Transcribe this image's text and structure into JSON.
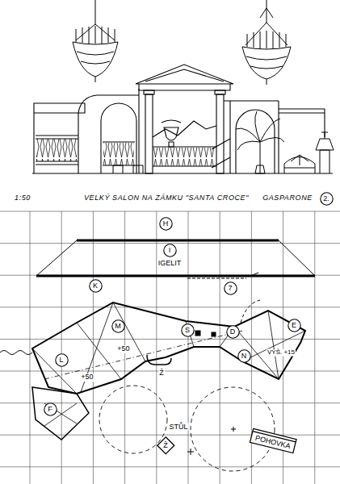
{
  "diagram": {
    "title": "VELKÝ SALON NA ZÁMKU \"SANTA CROCE\"",
    "nodes": [
      {
        "text": [
          "2."
        ]
      },
      {
        "text": [
          "H"
        ]
      },
      {
        "text": [
          "I"
        ]
      },
      {
        "text": [
          "K"
        ]
      },
      {
        "text": [
          "7"
        ]
      },
      {
        "text": [
          "M"
        ]
      },
      {
        "text": [
          "S"
        ]
      },
      {
        "text": [
          "D"
        ]
      },
      {
        "text": [
          "E"
        ]
      },
      {
        "text": [
          "L"
        ]
      },
      {
        "text": [
          "N"
        ]
      },
      {
        "text": [
          "F"
        ]
      },
      {
        "text": [
          "POHOVKA"
        ]
      },
      {
        "text": [
          "STŮL",
          "Ž"
        ]
      }
    ],
    "labels": [
      "1:50",
      "GASPARONE",
      "IGELIT",
      "+50",
      "+50",
      "VÝŠ. +15",
      "Ž"
    ]
  }
}
